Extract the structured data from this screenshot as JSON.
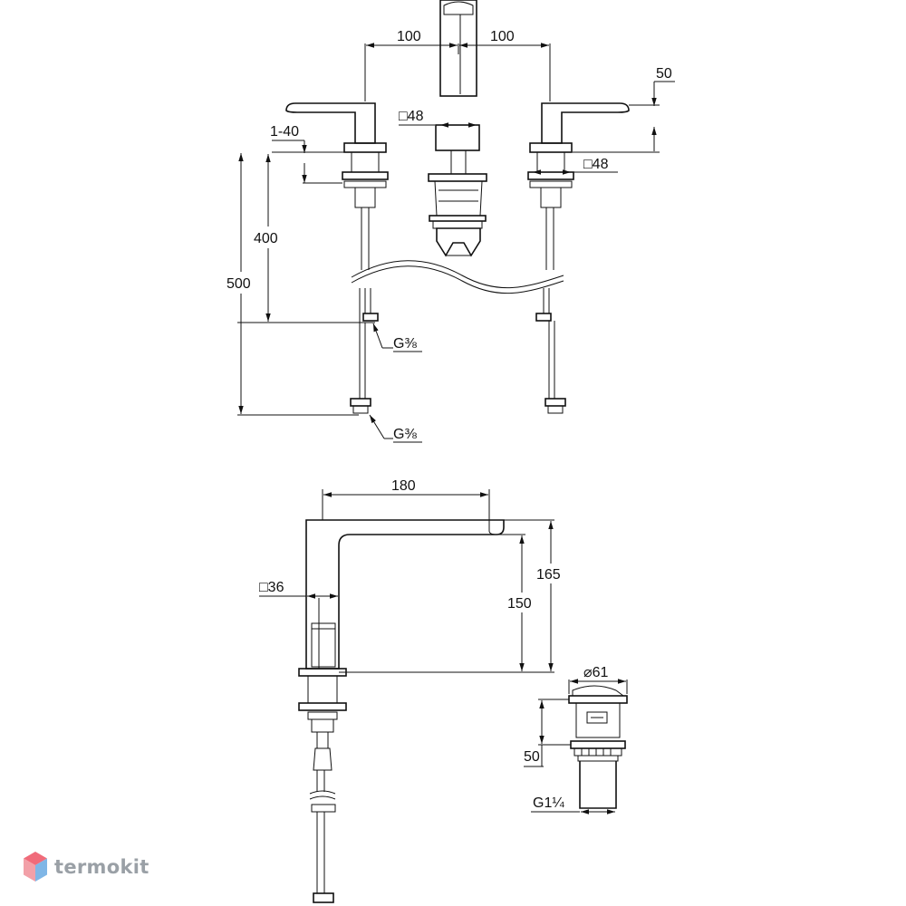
{
  "front_view": {
    "dim_left_spacing": "100",
    "dim_right_spacing": "100",
    "dim_spout_square": "□48",
    "dim_handle_height": "50",
    "dim_deck_thickness": "1-40",
    "dim_handle_base_square": "□48",
    "dim_hose_400": "400",
    "dim_hose_500": "500",
    "thread_upper": "G⅜",
    "thread_lower": "G⅜"
  },
  "side_view": {
    "dim_reach": "180",
    "dim_body_square": "□36",
    "dim_height_total": "165",
    "dim_height_outlet": "150"
  },
  "drain_view": {
    "dim_diameter": "⌀61",
    "dim_height": "50",
    "thread": "G1¼"
  },
  "logo": {
    "text": "termokit",
    "colors": {
      "top": "#f06b7a",
      "left": "#f2a0a8",
      "right": "#7fb6e6",
      "text": "#9aa0a6"
    }
  }
}
